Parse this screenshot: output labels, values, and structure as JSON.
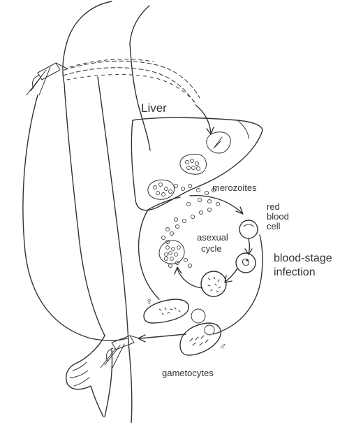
{
  "labels": {
    "liver": "Liver",
    "merozoites": "merozoites",
    "red_blood_cell": [
      "red",
      "blood",
      "cell"
    ],
    "asexual_cycle": [
      "asexual",
      "cycle"
    ],
    "blood_stage_infection": [
      "blood-stage",
      "infection"
    ],
    "gametocytes": "gametocytes",
    "female_symbol": "♀",
    "male_symbol": "♂"
  },
  "colors": {
    "ink": "#333333",
    "background": "#ffffff"
  }
}
